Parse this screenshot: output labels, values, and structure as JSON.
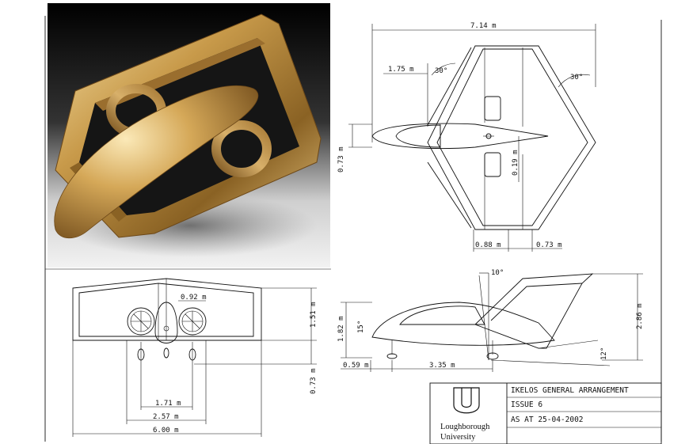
{
  "dimensions": {
    "plan": {
      "span": "7.14 m",
      "nose_offset": "1.75 m",
      "sweep_front": "30°",
      "sweep_rear": "30°",
      "body_width": "0.73 m",
      "cg_offset": "0.19 m",
      "tip_chord": "0.88 m",
      "tail_chord": "0.73 m"
    },
    "front": {
      "fan_spacing": "0.92 m",
      "height": "1.51 m",
      "lower_height": "0.73 m",
      "gear_track": "1.71 m",
      "outer_track": "2.57 m",
      "span": "6.00 m"
    },
    "side": {
      "tail_angle": "10°",
      "seat_angle": "15°",
      "height_front": "1.82 m",
      "total_height": "2.86 m",
      "tail_clearance": "12°",
      "nose_length": "0.59 m",
      "wheelbase": "3.35 m"
    }
  },
  "title_block": {
    "title": "IKELOS GENERAL ARRANGEMENT",
    "issue": "ISSUE 6",
    "date": "AS AT 25-04-2002",
    "institution_line1": "Loughborough",
    "institution_line2": "University"
  },
  "colors": {
    "render_gold": "#c8a055",
    "render_bg_dark": "#111111",
    "ink": "#111111"
  }
}
